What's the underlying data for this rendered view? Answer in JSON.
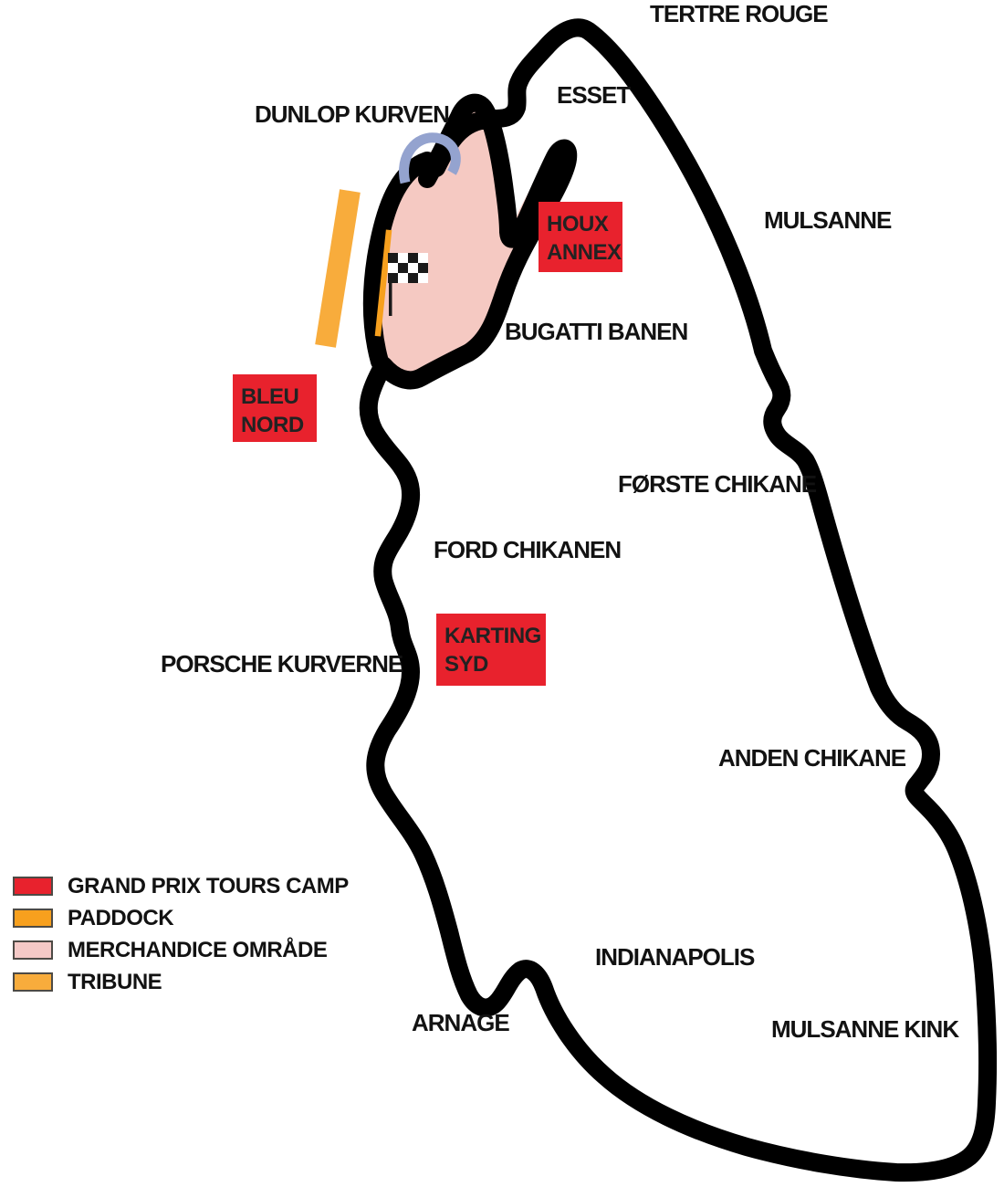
{
  "map": {
    "corner_labels": [
      {
        "id": "tertre-rouge",
        "text": "TERTRE ROUGE"
      },
      {
        "id": "esset",
        "text": "ESSET"
      },
      {
        "id": "dunlop-kurven",
        "text": "DUNLOP KURVEN"
      },
      {
        "id": "mulsanne",
        "text": "MULSANNE"
      },
      {
        "id": "bugatti-banen",
        "text": "BUGATTI BANEN"
      },
      {
        "id": "forste-chikane",
        "text": "FØRSTE CHIKANE"
      },
      {
        "id": "ford-chikanen",
        "text": "FORD CHIKANEN"
      },
      {
        "id": "porsche-kurverne",
        "text": "PORSCHE KURVERNE"
      },
      {
        "id": "anden-chikane",
        "text": "ANDEN CHIKANE"
      },
      {
        "id": "indianapolis",
        "text": "INDIANAPOLIS"
      },
      {
        "id": "arnage",
        "text": "ARNAGE"
      },
      {
        "id": "mulsanne-kink",
        "text": "MULSANNE KINK"
      }
    ],
    "camp_sites": [
      {
        "id": "houx-annex",
        "lines": [
          "HOUX",
          "ANNEX"
        ]
      },
      {
        "id": "bleu-nord",
        "lines": [
          "BLEU",
          "NORD"
        ]
      },
      {
        "id": "karting-syd",
        "lines": [
          "KARTING",
          "SYD"
        ]
      }
    ],
    "legend": {
      "items": [
        {
          "key": "camp",
          "label": "GRAND PRIX TOURS CAMP",
          "color": "#E8222D"
        },
        {
          "key": "paddock",
          "label": "PADDOCK",
          "color": "#F7A01E"
        },
        {
          "key": "merchandise",
          "label": "MERCHANDICE OMRÅDE",
          "color": "#F5C9C6"
        },
        {
          "key": "tribune",
          "label": "TRIBUNE",
          "color": "#F8AC3C"
        }
      ]
    },
    "colors": {
      "track": "#000000",
      "camp_red": "#E8222D",
      "paddock_orange": "#F7A01E",
      "merchandise_pink": "#F5C9C2",
      "tribune_orange": "#F8AC3C",
      "bridge_blue": "#94A3CF",
      "flag_dark": "#1A1A1A"
    },
    "icons": {
      "start_finish": "checkered-flag",
      "bridge": "dunlop-bridge-arc"
    }
  }
}
